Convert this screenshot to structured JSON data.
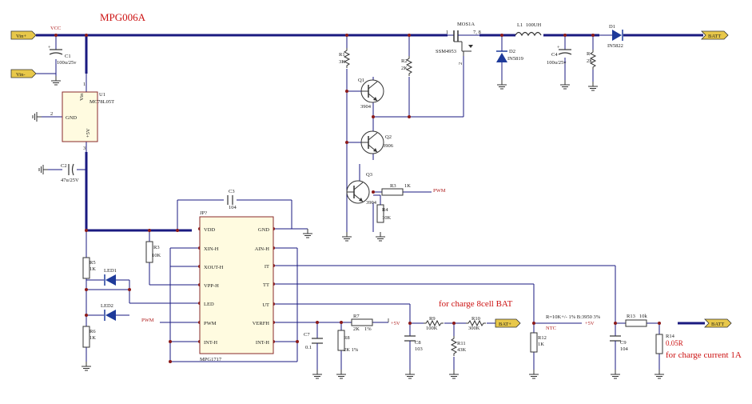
{
  "title": "MPG006A",
  "ports": {
    "vin_plus": "Vin+",
    "vin_minus": "Vin-",
    "batt_out": "BATT",
    "bat_plus": "BAT+",
    "batt_sense": "BATT"
  },
  "nets": {
    "vcc": "VCC",
    "plus5v_1": "+5V",
    "plus5v_2": "+5V",
    "pwm_1": "PWM",
    "pwm_2": "PWM",
    "ntc": "NTC"
  },
  "capacitors": {
    "c1": {
      "ref": "C1",
      "value": "100u/25v"
    },
    "c2": {
      "ref": "C2",
      "value": "47u/25V"
    },
    "c3": {
      "ref": "C3",
      "value": "104"
    },
    "c4": {
      "ref": "C4",
      "value": "100u/25v"
    },
    "c7": {
      "ref": "C7",
      "value": "0.1"
    },
    "c8": {
      "ref": "C8",
      "value": "103"
    },
    "c9": {
      "ref": "C9",
      "value": "104"
    }
  },
  "resistors": {
    "r1": {
      "ref": "R1",
      "value": "3K"
    },
    "r2": {
      "ref": "R2",
      "value": "2K"
    },
    "r3a": {
      "ref": "R3",
      "value": "1K"
    },
    "r3b": {
      "ref": "R3",
      "value": "10K"
    },
    "r4": {
      "ref": "R4",
      "value": "10K"
    },
    "r5": {
      "ref": "R5",
      "value": "1K"
    },
    "r6": {
      "ref": "R6",
      "value": "1K"
    },
    "r7": {
      "ref": "R7",
      "value": "2K",
      "tol": "1%"
    },
    "r8": {
      "ref": "R8",
      "value": "2K 1%"
    },
    "r9": {
      "ref": "R9",
      "value": "100K"
    },
    "r10": {
      "ref": "R10",
      "value": "300K"
    },
    "r11": {
      "ref": "R11",
      "value": "43K"
    },
    "r12": {
      "ref": "R12",
      "value": "1K"
    },
    "r13": {
      "ref": "R13",
      "value": "10k"
    },
    "r14": {
      "ref": "R14",
      "value": "0.05R"
    },
    "rx": {
      "ref": "R",
      "value": "2K"
    }
  },
  "transistors": {
    "q1": {
      "ref": "Q1",
      "part": "3904"
    },
    "q2": {
      "ref": "Q2",
      "part": "3906"
    },
    "q3": {
      "ref": "Q3",
      "part": "3904"
    },
    "mos": {
      "ref": "MOS1A",
      "part": "SSM4953"
    }
  },
  "diodes": {
    "d1": {
      "ref": "D1",
      "part": "IN5822"
    },
    "d2": {
      "ref": "D2",
      "part": "IN5819"
    },
    "led1": {
      "ref": "LED1"
    },
    "led2": {
      "ref": "LED2"
    }
  },
  "inductor": {
    "ref": "L1",
    "value": "100UH"
  },
  "regulator": {
    "ref": "U1",
    "part": "MC78L05T",
    "pin_vin": "Vin",
    "pin_gnd": "GND",
    "pin_out": "+5V",
    "pin1": "1",
    "pin2": "2",
    "pin3": "3"
  },
  "ic": {
    "ref": "JP?",
    "part": "MPG1717",
    "left_pins": [
      "VDD",
      "XIN-H",
      "XOUT-H",
      "VPP-H",
      "LED",
      "PWM",
      "INT-H"
    ],
    "right_pins": [
      "GND",
      "AIN-H",
      "IT",
      "TT",
      "UT",
      "VERFH",
      "INT-H"
    ]
  },
  "mos_pins": {
    "p1": "1",
    "p2": "2",
    "p78": "7, 8"
  },
  "ntc_label": "R=10K+/- 1%  B:3950  3%",
  "notes": {
    "charge_8cell": "for charge 8cell BAT",
    "charge_current": "for charge current  1A"
  },
  "colors": {
    "wire": "#1f1f70",
    "bus": "#1a1a80",
    "component": "#2a2a2a",
    "label_red": "#cc1111",
    "port_fill": "#e8c84a"
  }
}
